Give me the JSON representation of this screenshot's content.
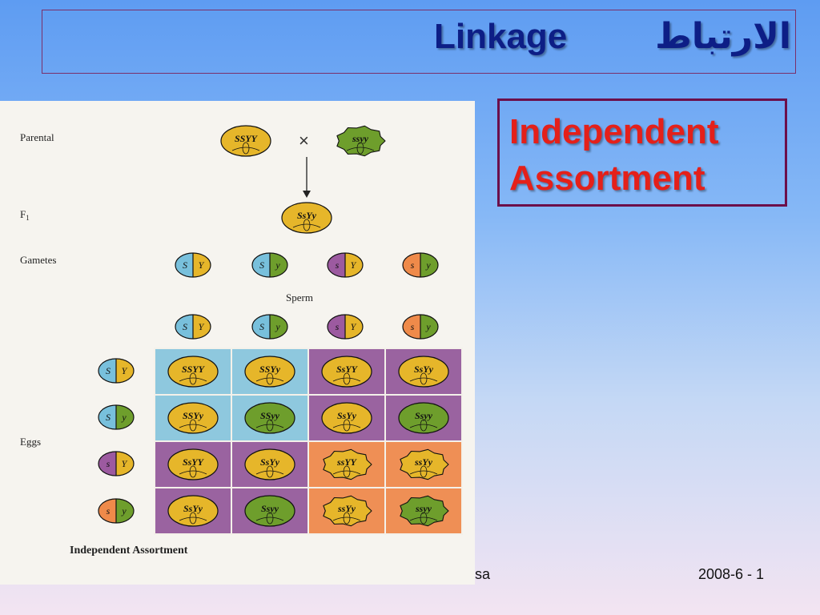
{
  "slide": {
    "title_en": "Linkage",
    "title_ar": "الارتباط",
    "subtitle_line1": "Independent",
    "subtitle_line2": "Assortment",
    "footer_name_fragment": "sa",
    "footer_date": "2008-6 - 1"
  },
  "figure": {
    "labels": {
      "parental": "Parental",
      "f1": "F",
      "f1_sub": "1",
      "gametes": "Gametes",
      "sperm": "Sperm",
      "eggs": "Eggs",
      "caption": "Independent Assortment",
      "cross": "×"
    },
    "parents": [
      {
        "genotype": "SSYY",
        "color": "#e6b62a",
        "shape": "smooth"
      },
      {
        "genotype": "ssyy",
        "color": "#6e9e2c",
        "shape": "wrinkled"
      }
    ],
    "f1": {
      "genotype": "SsYy",
      "color": "#e6b62a"
    },
    "gametes": [
      {
        "s": "S",
        "y": "Y",
        "left": "#78c0dc",
        "right": "#e6b62a"
      },
      {
        "s": "S",
        "y": "y",
        "left": "#78c0dc",
        "right": "#6e9e2c"
      },
      {
        "s": "s",
        "y": "Y",
        "left": "#9c5aa0",
        "right": "#e6b62a"
      },
      {
        "s": "s",
        "y": "y",
        "left": "#ef8a4a",
        "right": "#6e9e2c"
      }
    ],
    "colors": {
      "cell_blue": "#8ec8de",
      "cell_purple": "#9a63a0",
      "cell_orange": "#ef8f55",
      "yellow_seed": "#e6b62a",
      "green_seed": "#6e9e2c",
      "ink": "#111111"
    },
    "grid": [
      [
        {
          "g": "SSYY",
          "seed": "yellow",
          "shape": "smooth",
          "bg": "blue"
        },
        {
          "g": "SSYy",
          "seed": "yellow",
          "shape": "smooth",
          "bg": "blue"
        },
        {
          "g": "SsYY",
          "seed": "yellow",
          "shape": "smooth",
          "bg": "purple"
        },
        {
          "g": "SsYy",
          "seed": "yellow",
          "shape": "smooth",
          "bg": "purple"
        }
      ],
      [
        {
          "g": "SSYy",
          "seed": "yellow",
          "shape": "smooth",
          "bg": "blue"
        },
        {
          "g": "SSyy",
          "seed": "green",
          "shape": "smooth",
          "bg": "blue"
        },
        {
          "g": "SsYy",
          "seed": "yellow",
          "shape": "smooth",
          "bg": "purple"
        },
        {
          "g": "Ssyy",
          "seed": "green",
          "shape": "smooth",
          "bg": "purple"
        }
      ],
      [
        {
          "g": "SsYY",
          "seed": "yellow",
          "shape": "smooth",
          "bg": "purple"
        },
        {
          "g": "SsYy",
          "seed": "yellow",
          "shape": "smooth",
          "bg": "purple"
        },
        {
          "g": "ssYY",
          "seed": "yellow",
          "shape": "wrinkled",
          "bg": "orange"
        },
        {
          "g": "ssYy",
          "seed": "yellow",
          "shape": "wrinkled",
          "bg": "orange"
        }
      ],
      [
        {
          "g": "SsYy",
          "seed": "yellow",
          "shape": "smooth",
          "bg": "purple"
        },
        {
          "g": "Ssyy",
          "seed": "green",
          "shape": "smooth",
          "bg": "purple"
        },
        {
          "g": "ssYy",
          "seed": "yellow",
          "shape": "wrinkled",
          "bg": "orange"
        },
        {
          "g": "ssyy",
          "seed": "green",
          "shape": "wrinkled",
          "bg": "orange"
        }
      ]
    ]
  }
}
